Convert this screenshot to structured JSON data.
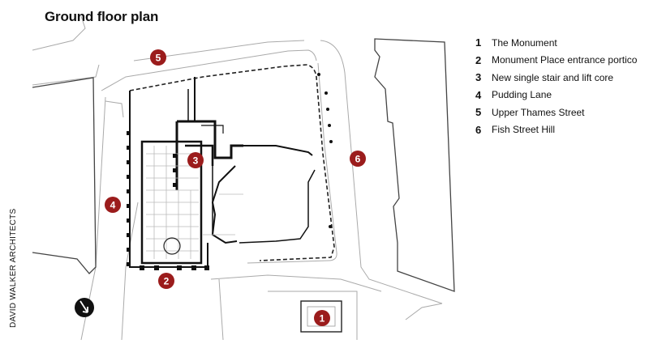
{
  "title": "Ground floor plan",
  "credit": "DAVID WALKER ARCHITECTS",
  "legend": [
    {
      "num": "1",
      "label": "The Monument"
    },
    {
      "num": "2",
      "label": "Monument Place entrance portico"
    },
    {
      "num": "3",
      "label": "New single stair and lift core"
    },
    {
      "num": "4",
      "label": "Pudding Lane"
    },
    {
      "num": "5",
      "label": "Upper Thames Street"
    },
    {
      "num": "6",
      "label": "Fish Street Hill"
    }
  ],
  "markers": [
    "1",
    "2",
    "3",
    "4",
    "5",
    "6"
  ],
  "colors": {
    "marker": "#9b1c1c",
    "line": "#aaaaaa",
    "wall": "#111111"
  },
  "icons": {
    "north": "north-arrow-icon"
  }
}
